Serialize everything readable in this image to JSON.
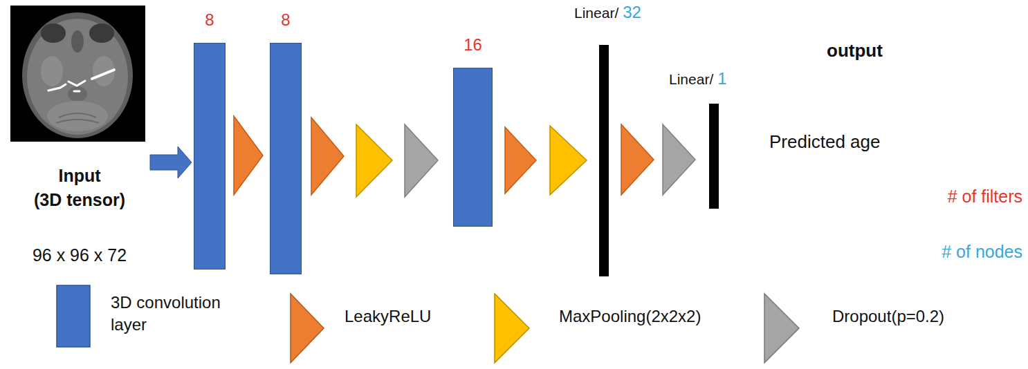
{
  "diagram": {
    "nodes": [
      {
        "text": [
          "Input",
          "(3D tensor)",
          "96 x 96 x 72"
        ]
      },
      {
        "text": [
          "8"
        ]
      },
      {
        "text": [
          "8"
        ]
      },
      {
        "text": [
          "16"
        ]
      },
      {
        "text": [
          "Linear/",
          "32"
        ]
      },
      {
        "text": [
          "Linear/",
          "1"
        ]
      }
    ],
    "edges": [
      {
        "from": 0,
        "to": 1,
        "arrow": "to"
      }
    ],
    "labels": [
      "output",
      "Predicted age",
      "# of filters",
      "# of nodes"
    ],
    "legend": [
      {
        "text": "3D convolution layer",
        "color": "#4472c4"
      },
      {
        "text": "LeakyReLU",
        "color": "#ed7d31"
      },
      {
        "text": "MaxPooling(2x2x2)",
        "color": "#ffc000"
      },
      {
        "text": "Dropout(p=0.2)",
        "color": "#a5a5a5"
      }
    ]
  }
}
